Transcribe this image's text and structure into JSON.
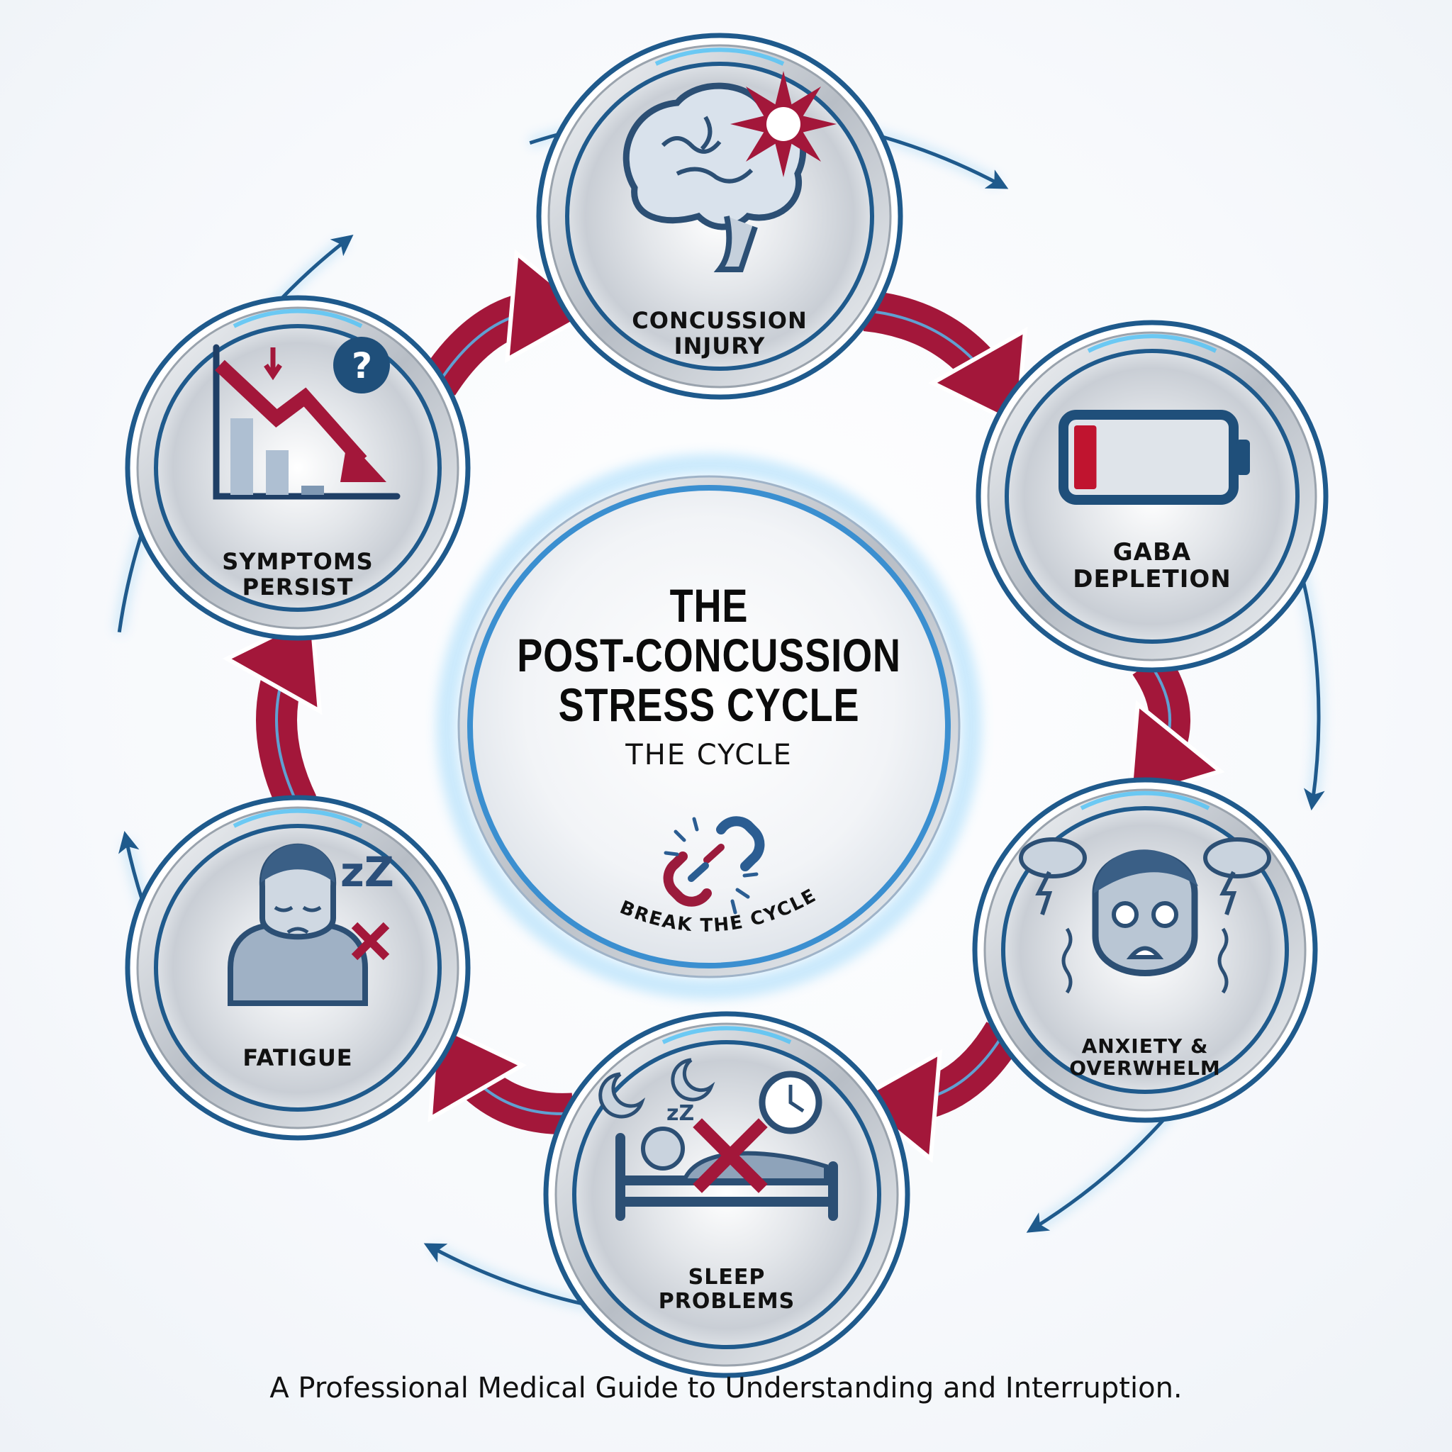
{
  "title": {
    "line1": "THE",
    "line2": "POST-CONCUSSION",
    "line3": "STRESS CYCLE",
    "subtitle": "THE CYCLE",
    "break_label": "BREAK THE CYCLE"
  },
  "nodes": [
    {
      "id": "concussion",
      "line1": "CONCUSSION",
      "line2": "INJURY",
      "icon": "brain-impact-icon"
    },
    {
      "id": "gaba",
      "line1": "GABA",
      "line2": "DEPLETION",
      "icon": "low-battery-icon",
      "battery_level": 0.15
    },
    {
      "id": "anxiety",
      "line1": "ANXIETY &",
      "line2": "OVERWHELM",
      "icon": "anxious-face-storm-icon"
    },
    {
      "id": "sleep",
      "line1": "SLEEP",
      "line2": "PROBLEMS",
      "icon": "bed-no-sleep-icon"
    },
    {
      "id": "fatigue",
      "line1": "FATIGUE",
      "line2": "",
      "icon": "tired-person-icon"
    },
    {
      "id": "symptoms",
      "line1": "SYMPTOMS",
      "line2": "PERSIST",
      "icon": "declining-chart-question-icon"
    }
  ],
  "flow": [
    "concussion",
    "gaba",
    "anxiety",
    "sleep",
    "fatigue",
    "symptoms",
    "concussion"
  ],
  "footer": "A Professional Medical Guide to Understanding and Interruption.",
  "colors": {
    "accent_red": "#a3173a",
    "ring_blue": "#1f5a8c",
    "glow_blue": "#4fc3f7",
    "icon_blue": "#2c4f74",
    "text": "#111111"
  }
}
